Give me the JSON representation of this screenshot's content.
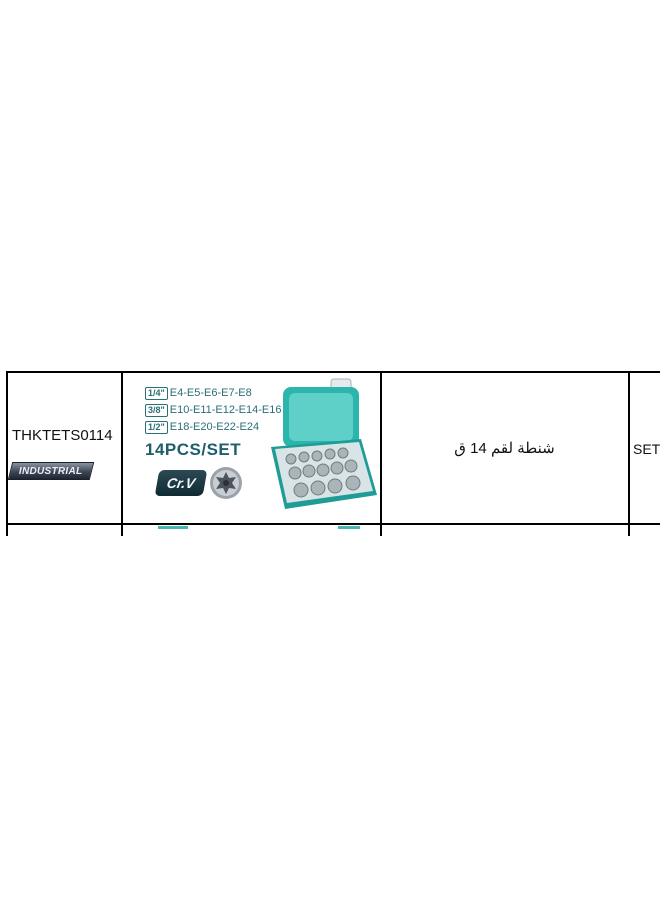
{
  "table": {
    "row": {
      "product_code": "THKTETS0114",
      "brand_badge": "INDUSTRIAL",
      "image": {
        "specs": [
          {
            "size": "1/4\"",
            "list": "E4-E5-E6-E7-E8"
          },
          {
            "size": "3/8\"",
            "list": "E10-E11-E12-E14-E16"
          },
          {
            "size": "1/2\"",
            "list": "E18-E20-E22-E24"
          }
        ],
        "pieces": "14PCS/SET",
        "material_logo": "Cr.V",
        "accent_color": "#2cb5ad"
      },
      "description": "شنطة لقم 14 ق",
      "unit": "SET"
    }
  }
}
